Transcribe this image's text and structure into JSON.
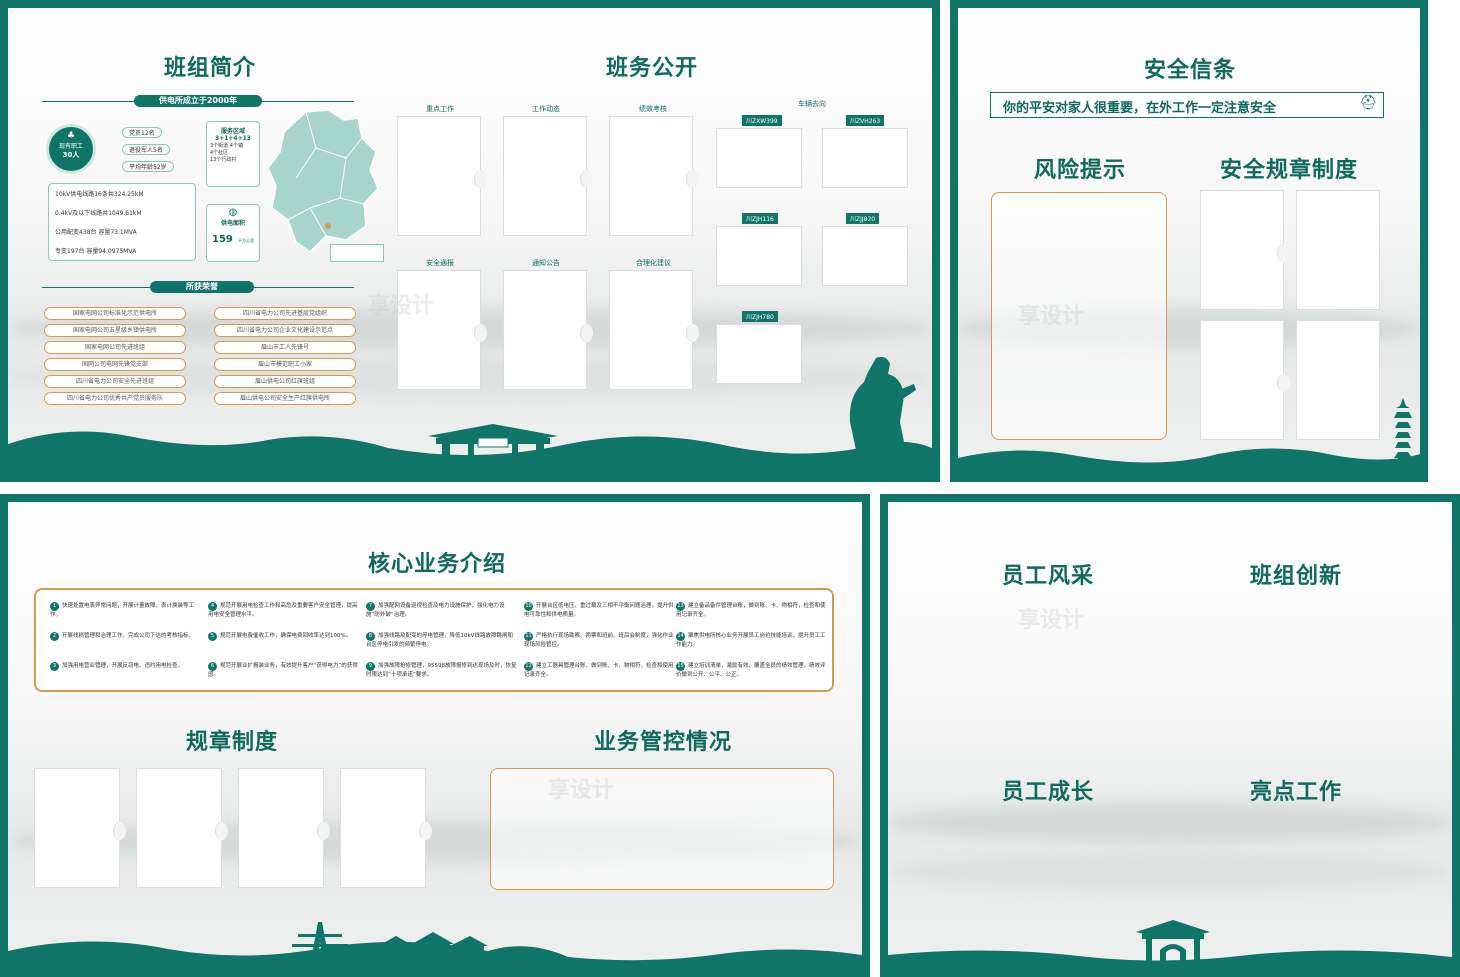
{
  "colors": {
    "primary": "#0f7566",
    "accent": "#d69a4c",
    "background": "#f4f5f4"
  },
  "board1": {
    "intro_title": "班组简介",
    "founded_band": "供电所成立于2000年",
    "staff_circle": {
      "label": "现有职工",
      "count": "30人"
    },
    "staff_pills": [
      "党员12名",
      "退役军人5名",
      "平均年龄52岁"
    ],
    "service_area": {
      "title": "服务区域",
      "code": "3+1+4+13",
      "lines": [
        "3个街道 4个镇",
        "4个社区",
        "13个行政村"
      ]
    },
    "stats": [
      "10kV供电线路16条共324.25kM",
      "0.4kV及以下线路共1049.61kM",
      "公用配变438台  容量73.1MVA",
      "专变197台  容量94.0975MVA"
    ],
    "supply_area": {
      "label": "供电面积",
      "value": "159",
      "unit": "平方公里"
    },
    "honors_band": "所获荣誉",
    "honors_left": [
      "国家电网公司标准化示范供电所",
      "国家电网公司五星级乡镇供电所",
      "国家电网公司先进班组",
      "国网公司电网先锋党支部",
      "四川省电力公司安全先进班组",
      "四川省电力公司优秀共产党员服务队"
    ],
    "honors_right": [
      "四川省电力公司先进基层党组织",
      "四川省电力公司企业文化建设示范点",
      "眉山市工人先锋号",
      "眉山市模范职工小家",
      "眉山供电公司红旗班组",
      "眉山供电公司安全生产红旗供电所"
    ],
    "affairs_title": "班务公开",
    "affairs_labels_top": [
      "重点工作",
      "工作动态",
      "绩效考核"
    ],
    "affairs_labels_bottom": [
      "安全通报",
      "通知公告",
      "合理化建议"
    ],
    "vehicles_label": "车辆去向",
    "plates": [
      "川ZXW399",
      "川ZVH263",
      "川ZJH116",
      "川ZJJ820",
      "川ZJH780"
    ]
  },
  "board2": {
    "title": "安全信条",
    "slogan": "你的平安对家人很重要，在外工作一定注意安全",
    "risk_title": "风险提示",
    "rules_title": "安全规章制度"
  },
  "board3": {
    "title": "核心业务介绍",
    "items": [
      "快速处置电表异常问题，开展计量故障、表计换装等工作。",
      "开展线损管理和治理工作，完成公司下达的考核指标。",
      "加强用电营业管理，开展反窃电、违约用电检查。",
      "规范开展用电检查工作和高危及重要客户安全管理，提高用电安全管理水平。",
      "规范开展电费催收工作，确保电费回收率达到100%。",
      "规范开展业扩报装业务，有效提升客户“获得电力”的获得感。",
      "加强配网设备巡视检查及电力设施保护，强化电力设施“防外破”治理。",
      "加强线路及配变的停电管理，降低10kV线路故障跳闸和台区停电引发的频繁停电。",
      "加强故障抢修管理，95598故障报修到达现场及时，恢复时限达到“十项承诺”要求。",
      "开展台区低电压、重过载及三相不平衡问题治理，提升供电可靠性和供电质量。",
      "严格执行现场勘察、两票和班前、班后会制度，强化作业现场风险管控。",
      "建立工器具管理台账，做到账、卡、物相符，检查和使用记录齐全。",
      "建立备品备件管理台账，做到账、卡、物相符，检查和使用记录齐全。",
      "聚焦供电所核心业务开展员工岗位技能培训，提升员工工作能力。",
      "建立培训清单，激励有效、覆盖全员的绩效管理，绩效评价做到公开、公平、公正。"
    ],
    "rules_title": "规章制度",
    "control_title": "业务管控情况"
  },
  "board4": {
    "titles": [
      "员工风采",
      "班组创新",
      "员工成长",
      "亮点工作"
    ]
  }
}
